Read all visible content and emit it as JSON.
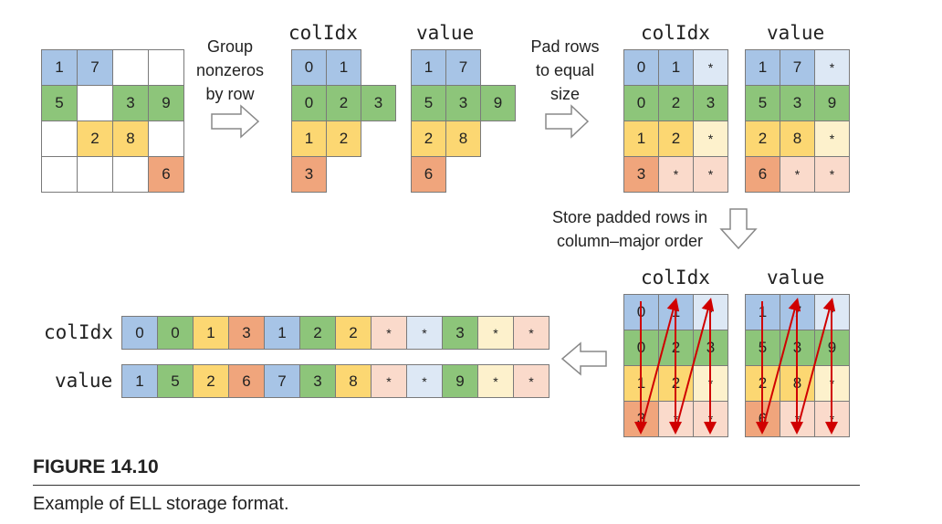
{
  "colors": {
    "blue": "#a7c4e6",
    "green": "#8dc57a",
    "yellow": "#fcd772",
    "orange": "#f0a57c",
    "pad_blue": "#dde8f5",
    "pad_yellow": "#fdf1cc",
    "pad_orange": "#fadacb",
    "arrow_red": "#d00000"
  },
  "labels": {
    "group_nonzeros": [
      "Group",
      "nonzeros",
      "by row"
    ],
    "pad_rows": [
      "Pad rows",
      "to equal",
      "size"
    ],
    "store_padded": [
      "Store padded rows in",
      "column–major order"
    ],
    "colidx": "colIdx",
    "value": "value"
  },
  "dense_matrix": [
    [
      "1",
      "7",
      "",
      ""
    ],
    [
      "5",
      "",
      "3",
      "9"
    ],
    [
      "",
      "2",
      "8",
      ""
    ],
    [
      "",
      "",
      "",
      "6"
    ]
  ],
  "grouped": {
    "colIdx": [
      [
        "0",
        "1"
      ],
      [
        "0",
        "2",
        "3"
      ],
      [
        "1",
        "2"
      ],
      [
        "3"
      ]
    ],
    "value": [
      [
        "1",
        "7"
      ],
      [
        "5",
        "3",
        "9"
      ],
      [
        "2",
        "8"
      ],
      [
        "6"
      ]
    ]
  },
  "padded": {
    "colIdx": [
      [
        "0",
        "1",
        "*"
      ],
      [
        "0",
        "2",
        "3"
      ],
      [
        "1",
        "2",
        "*"
      ],
      [
        "3",
        "*",
        "*"
      ]
    ],
    "value": [
      [
        "1",
        "7",
        "*"
      ],
      [
        "5",
        "3",
        "9"
      ],
      [
        "2",
        "8",
        "*"
      ],
      [
        "6",
        "*",
        "*"
      ]
    ]
  },
  "flat": {
    "colIdx": [
      "0",
      "0",
      "1",
      "3",
      "1",
      "2",
      "2",
      "*",
      "*",
      "3",
      "*",
      "*"
    ],
    "value": [
      "1",
      "5",
      "2",
      "6",
      "7",
      "3",
      "8",
      "*",
      "*",
      "9",
      "*",
      "*"
    ]
  },
  "figure": {
    "title": "FIGURE 14.10",
    "caption": "Example of ELL storage format."
  }
}
